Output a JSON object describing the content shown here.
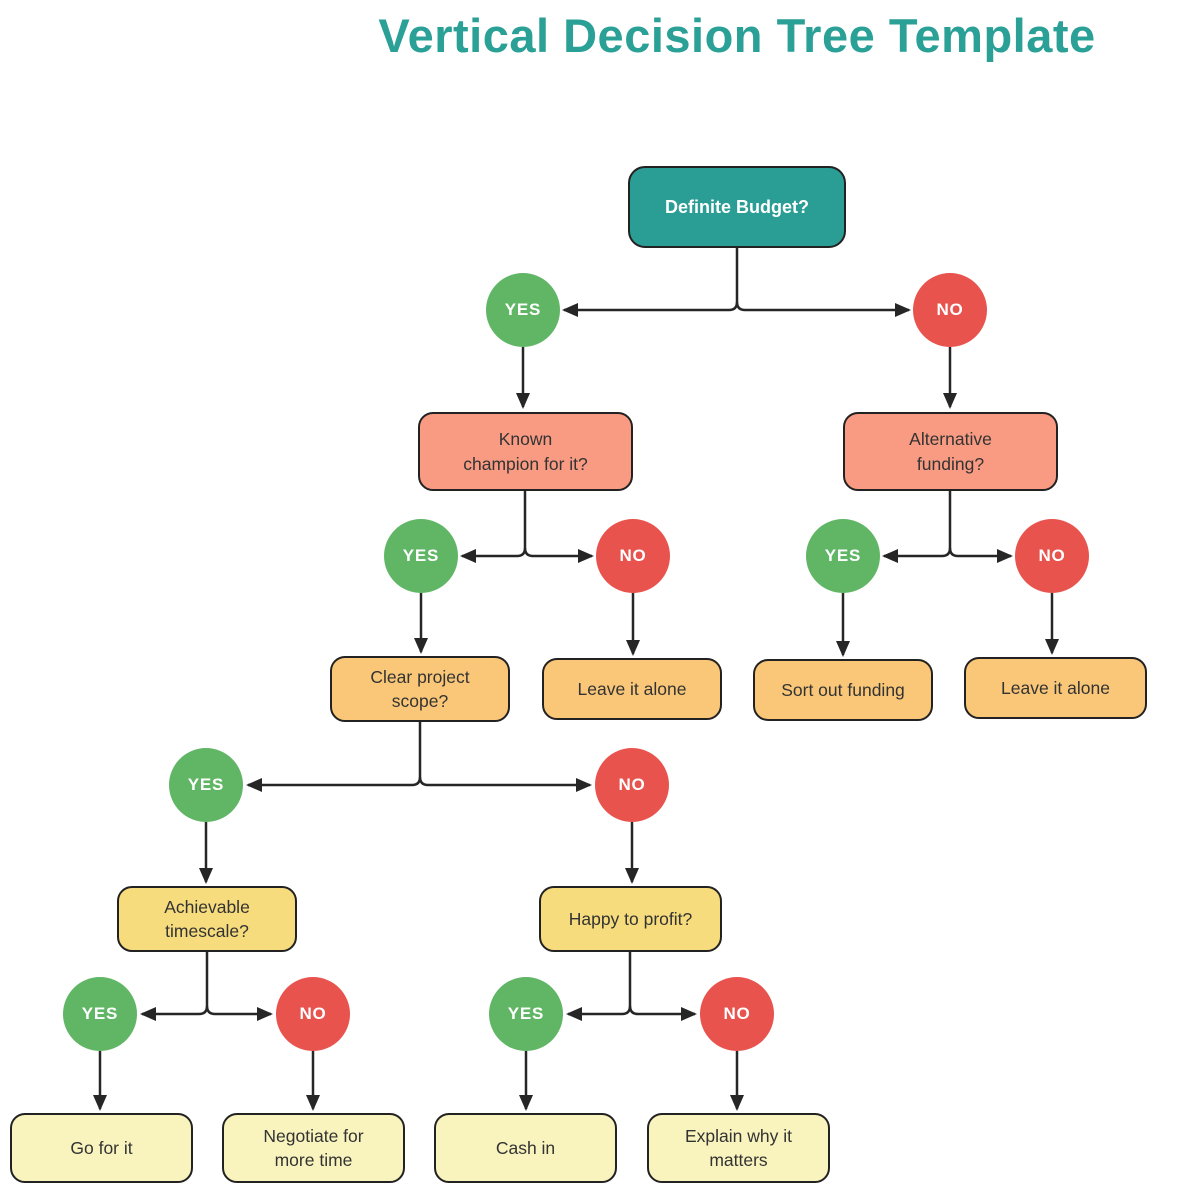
{
  "title": "Vertical Decision Tree Template",
  "branch_labels": {
    "yes": "YES",
    "no": "NO"
  },
  "colors": {
    "title": "#2AA096",
    "root_fill": "#2A9D95",
    "level2_fill": "#F89B82",
    "level3_fill": "#FAC778",
    "level4_fill": "#F6DC7D",
    "leaf_fill": "#F9F4BE",
    "yes_fill": "#61B666",
    "no_fill": "#E8534E",
    "line": "#262626"
  },
  "nodes": {
    "root": {
      "label": "Definite Budget?"
    },
    "known_champion": {
      "label": "Known\nchampion for it?"
    },
    "alternative_funding": {
      "label": "Alternative\nfunding?"
    },
    "clear_project_scope": {
      "label": "Clear project\nscope?"
    },
    "leave_it_alone_left": {
      "label": "Leave it alone"
    },
    "sort_out_funding": {
      "label": "Sort out funding"
    },
    "leave_it_alone_right": {
      "label": "Leave it alone"
    },
    "achievable_timescale": {
      "label": "Achievable\ntimescale?"
    },
    "happy_to_profit": {
      "label": "Happy to profit?"
    },
    "go_for_it": {
      "label": "Go for it"
    },
    "negotiate_for_more_time": {
      "label": "Negotiate for\nmore time"
    },
    "cash_in": {
      "label": "Cash in"
    },
    "explain_why_it_matters": {
      "label": "Explain why it\nmatters"
    }
  }
}
